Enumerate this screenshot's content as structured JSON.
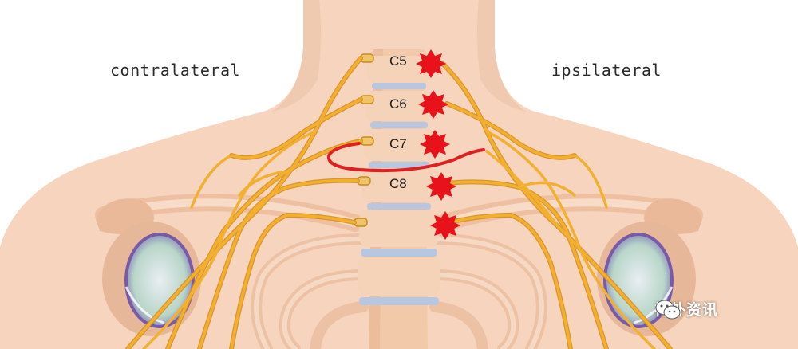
{
  "labels": {
    "contralateral": "contralateral",
    "ipsilateral": "ipsilateral"
  },
  "roots": [
    "C5",
    "C6",
    "C7",
    "C8"
  ],
  "watermark": {
    "text": "神外资讯",
    "icon": "wechat-logo-icon"
  },
  "colors": {
    "skin": "#f6d4bd",
    "skin_shadow": "#e7bb9d",
    "skin_dark": "#dba888",
    "bone": "#f4d2b6",
    "disc": "#b9c6df",
    "nerve": "#f2b030",
    "nerve_dark": "#d98f1a",
    "transfer": "#e02020",
    "lesion": "#e8121a"
  }
}
